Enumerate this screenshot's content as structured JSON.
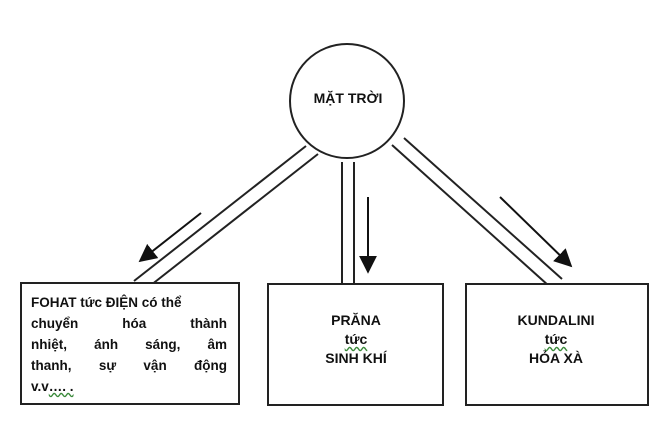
{
  "sun": {
    "label": "MẶT TRỜI"
  },
  "boxes": {
    "fohat": {
      "line1": "FOHAT tức ĐIỆN có thể",
      "line2": "chuyển hóa thành",
      "line3": "nhiệt, ánh sáng, âm",
      "line4": "thanh, sự vận động",
      "line5_main": "v.v",
      "line5_tail": "…. ."
    },
    "prana": {
      "line1": "PRĂNA",
      "line2": "tức",
      "line3": "SINH KHÍ"
    },
    "kundalini": {
      "line1": "KUNDALINI",
      "line2": "tức",
      "line3": "HỎA XÀ"
    }
  }
}
